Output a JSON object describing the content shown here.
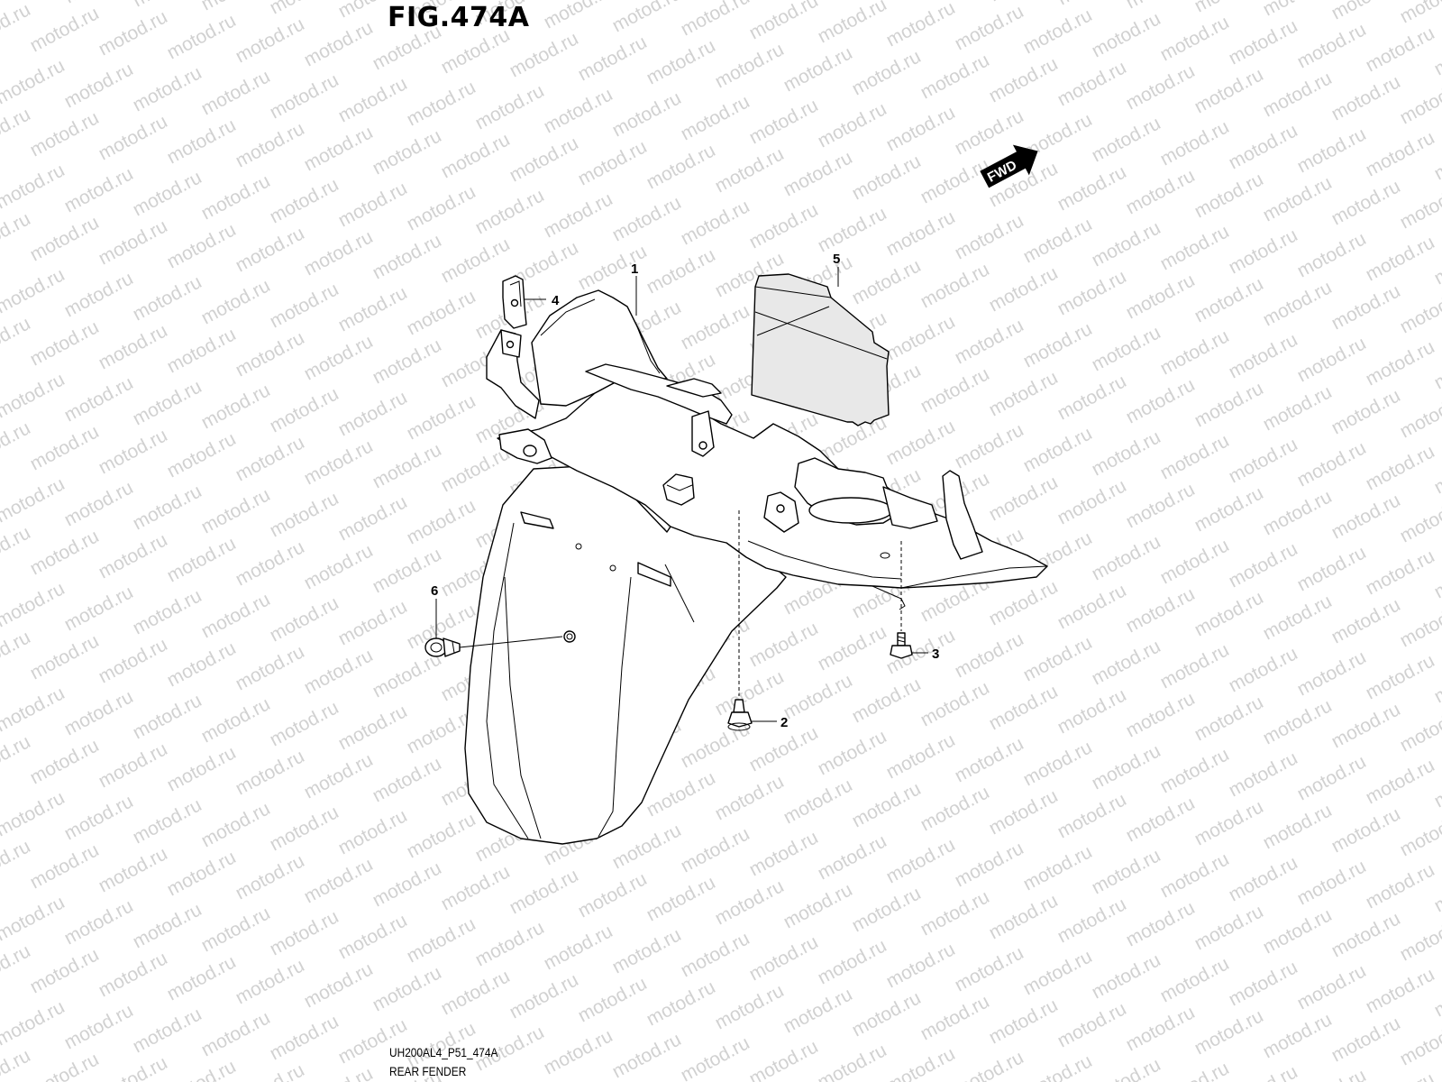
{
  "figure": {
    "title": "FIG.474A",
    "code": "UH200AL4_P51_474A",
    "name": "REAR FENDER"
  },
  "direction_badge": {
    "label": "FWD"
  },
  "watermark": {
    "text": "motod.ru"
  },
  "callouts": [
    {
      "id": "1",
      "label": "1"
    },
    {
      "id": "2",
      "label": "2"
    },
    {
      "id": "3",
      "label": "3"
    },
    {
      "id": "4",
      "label": "4"
    },
    {
      "id": "5",
      "label": "5"
    },
    {
      "id": "6",
      "label": "6"
    }
  ]
}
